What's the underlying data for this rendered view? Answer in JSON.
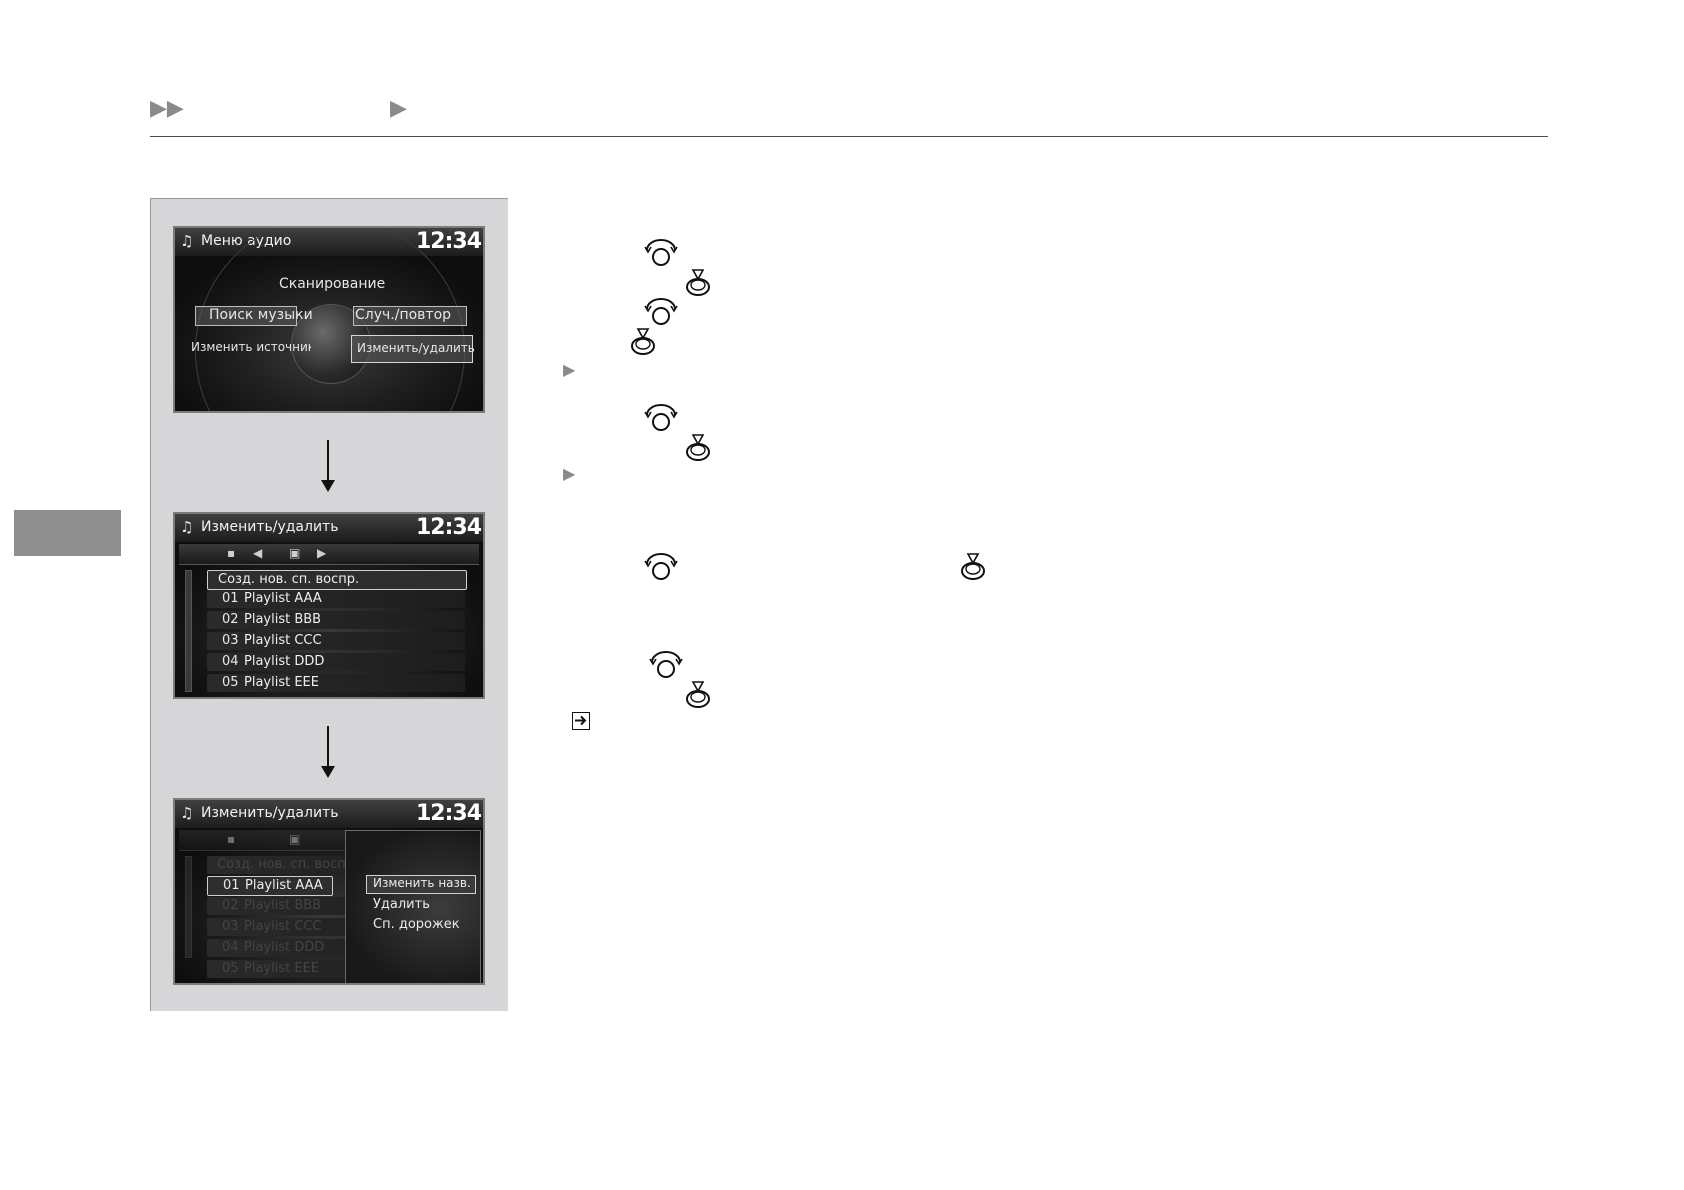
{
  "screens": [
    {
      "title": "Меню аудио",
      "clock": "12:34",
      "menu": {
        "scan": "Сканирование",
        "music_search": "Поиск музыки",
        "random_repeat": "Случ./повтор",
        "change_source": "Изменить источник",
        "edit_delete": "Изменить/удалить"
      }
    },
    {
      "title": "Изменить/удалить",
      "clock": "12:34",
      "list": [
        {
          "num": "",
          "label": "Созд. нов. сп. воспр."
        },
        {
          "num": "01",
          "label": "Playlist AAA"
        },
        {
          "num": "02",
          "label": "Playlist BBB"
        },
        {
          "num": "03",
          "label": "Playlist CCC"
        },
        {
          "num": "04",
          "label": "Playlist DDD"
        },
        {
          "num": "05",
          "label": "Playlist EEE"
        }
      ]
    },
    {
      "title": "Изменить/удалить",
      "clock": "12:34",
      "list": [
        {
          "num": "",
          "label": "Созд. нов. сп. восп"
        },
        {
          "num": "01",
          "label": "Playlist AAA"
        },
        {
          "num": "02",
          "label": "Playlist BBB"
        },
        {
          "num": "03",
          "label": "Playlist CCC"
        },
        {
          "num": "04",
          "label": "Playlist DDD"
        },
        {
          "num": "05",
          "label": "Playlist EEE"
        }
      ],
      "popup": [
        "Изменить назв.",
        "Удалить",
        "Сп. дорожек"
      ]
    }
  ],
  "icons": {
    "breadcrumb_double": "double-triangle-icon",
    "breadcrumb_single": "triangle-icon",
    "rotate_knob": "interface-dial-rotate-icon",
    "press_knob": "interface-dial-press-icon",
    "step_marker": "triangle-icon",
    "reference": "reference-arrow-icon",
    "note": "music-note-icon"
  },
  "colors": {
    "panel": "#d6d6d8",
    "side_tab": "#8f8f8f",
    "screen_bg": "#0c0c0c"
  }
}
